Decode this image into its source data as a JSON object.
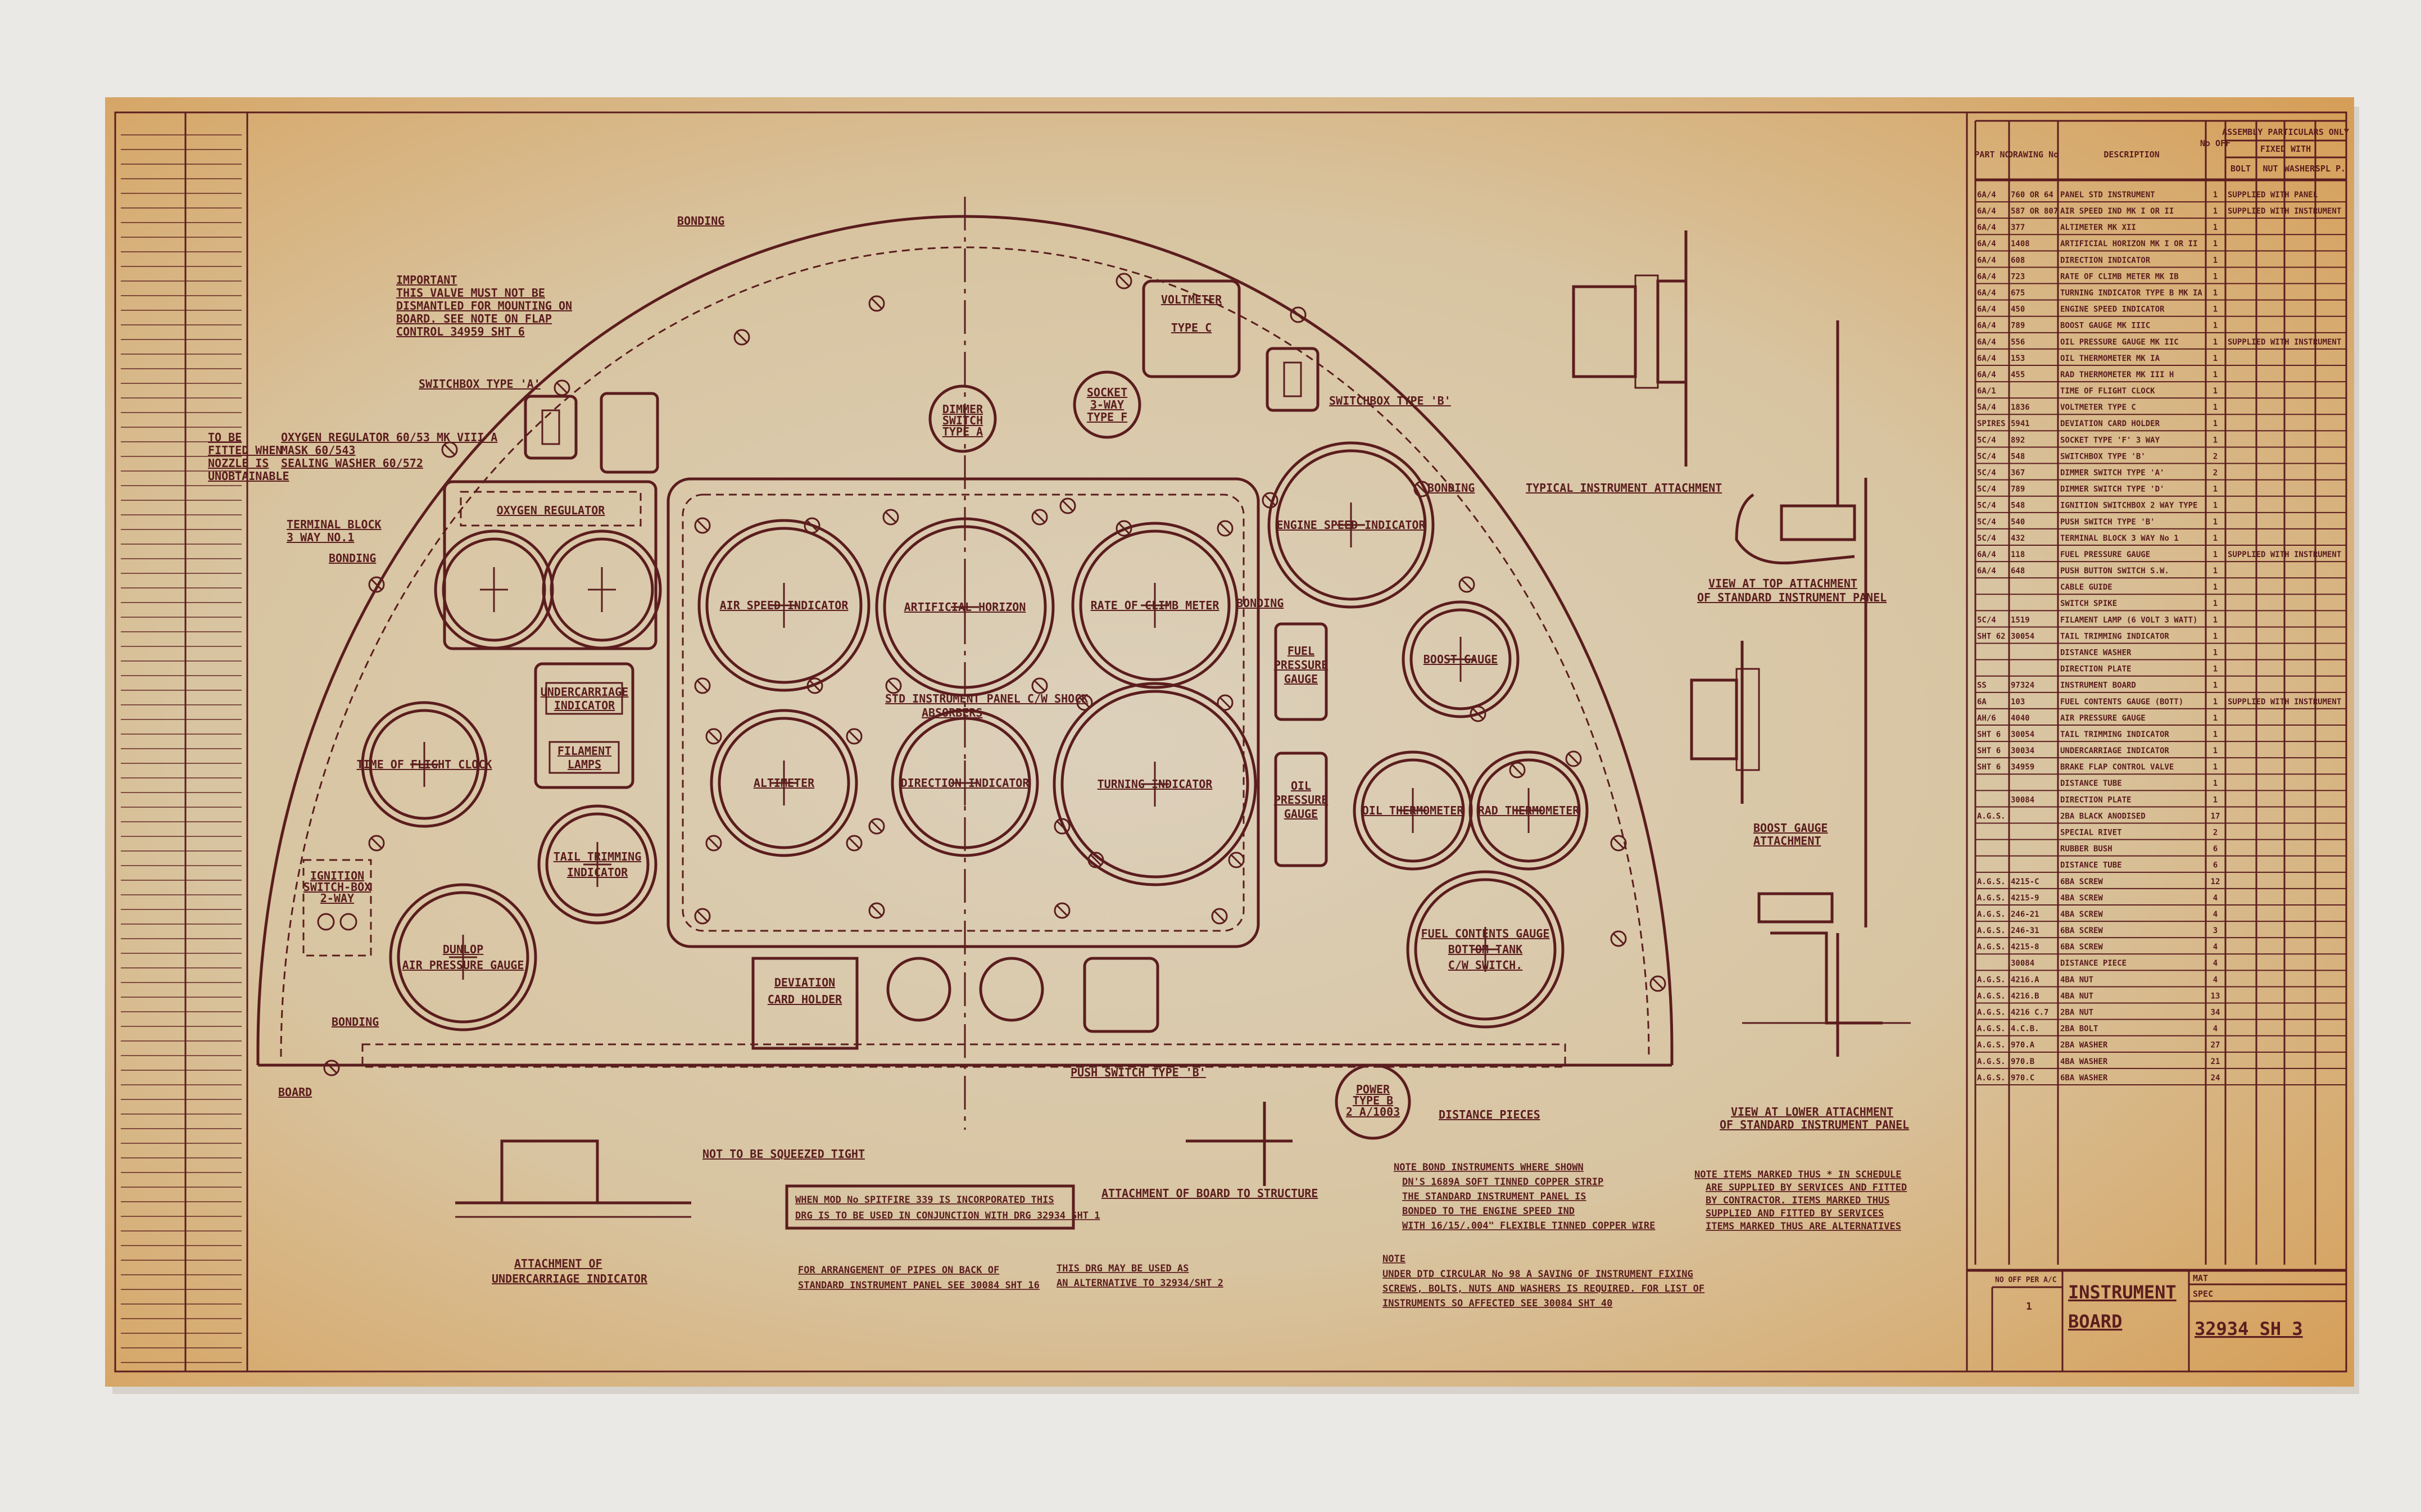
{
  "drawing": {
    "title_line1": "INSTRUMENT",
    "title_line2": "BOARD",
    "drawing_number": "32934 SH 3",
    "no_off_per_a_c": "NO OFF PER A/C",
    "mat_label": "MAT",
    "spec_label": "SPEC",
    "qty_value": "1",
    "ink_color": "#5b1d1e",
    "paper_color": "#d9c7a4"
  },
  "gauges": {
    "air_speed": "AIR SPEED INDICATOR",
    "artificial_horizon": "ARTIFICIAL HORIZON",
    "rate_of_climb": "RATE OF CLIMB METER",
    "altimeter": "ALTIMETER",
    "direction": "DIRECTION INDICATOR",
    "turning": "TURNING INDICATOR",
    "engine_speed": "ENGINE SPEED INDICATOR",
    "boost": "BOOST GAUGE",
    "oil_thermo": "OIL THERMOMETER",
    "rad_thermo": "RAD THERMOMETER",
    "fuel_contents_1": "FUEL CONTENTS GAUGE",
    "fuel_contents_2": "BOTTOM TANK",
    "fuel_contents_3": "C/W SWITCH.",
    "time_of_flight": "TIME OF FLIGHT CLOCK",
    "tail_trim_1": "TAIL TRIMMING",
    "tail_trim_2": "INDICATOR",
    "dunlop_1": "DUNLOP",
    "dunlop_2": "AIR PRESSURE GAUGE",
    "oxygen": "OXYGEN REGULATOR",
    "undercarriage_1": "UNDERCARRIAGE",
    "undercarriage_2": "INDICATOR",
    "filament_1": "FILAMENT",
    "filament_2": "LAMPS",
    "ignition_1": "IGNITION",
    "ignition_2": "SWITCH-BOX",
    "ignition_3": "2-WAY",
    "fuel_pressure_1": "FUEL",
    "fuel_pressure_2": "PRESSURE",
    "fuel_pressure_3": "GAUGE",
    "oil_pressure_1": "OIL",
    "oil_pressure_2": "PRESSURE",
    "oil_pressure_3": "GAUGE",
    "voltmeter_1": "VOLTMETER",
    "voltmeter_2": "TYPE C",
    "socket_1": "SOCKET",
    "socket_2": "3-WAY",
    "socket_3": "TYPE F",
    "dimmer_1": "DIMMER",
    "dimmer_2": "SWITCH",
    "dimmer_3": "TYPE A",
    "deviation_1": "DEVIATION",
    "deviation_2": "CARD HOLDER",
    "power_1": "POWER",
    "power_2": "TYPE B",
    "power_3": "2 A/1003"
  },
  "labels": {
    "important_1": "IMPORTANT",
    "important_2": "THIS VALVE MUST NOT BE",
    "important_3": "DISMANTLED FOR MOUNTING ON",
    "important_4": "BOARD. SEE NOTE ON FLAP",
    "important_5": "CONTROL 34959 SHT 6",
    "to_be_1": "TO BE",
    "to_be_2": "FITTED WHEN",
    "to_be_3": "NOZZLE IS",
    "to_be_4": "UNOBTAINABLE",
    "oxy_parts_1": "OXYGEN REGULATOR 60/53 MK VIII A",
    "oxy_parts_2": "MASK 60/543",
    "oxy_parts_3": "SEALING WASHER 60/572",
    "terminal_1": "TERMINAL BLOCK",
    "terminal_2": "3 WAY NO.1",
    "bonding": "BONDING",
    "switchbox_a": "SWITCHBOX TYPE 'A'",
    "switchbox_b": "SWITCHBOX TYPE 'B'",
    "std_panel_1": "STD INSTRUMENT PANEL C/W SHOCK",
    "std_panel_2": "ABSORBERS",
    "typical_attach": "TYPICAL INSTRUMENT ATTACHMENT",
    "view_top_1": "VIEW AT TOP ATTACHMENT",
    "view_top_2": "OF STANDARD INSTRUMENT PANEL",
    "boost_attach_1": "BOOST GAUGE",
    "boost_attach_2": "ATTACHMENT",
    "view_lower_1": "VIEW AT LOWER ATTACHMENT",
    "view_lower_2": "OF STANDARD INSTRUMENT PANEL",
    "push_switch": "PUSH SWITCH TYPE 'B'",
    "distance_pieces": "DISTANCE PIECES",
    "board": "BOARD",
    "not_squeezed": "NOT TO BE SQUEEZED TIGHT",
    "attach_uc_1": "ATTACHMENT OF",
    "attach_uc_2": "UNDERCARRIAGE INDICATOR",
    "attach_board": "ATTACHMENT OF BOARD TO STRUCTURE"
  },
  "notes": {
    "mod_1": "WHEN MOD No SPITFIRE 339 IS INCORPORATED THIS",
    "mod_2": "DRG IS TO BE USED IN CONJUNCTION WITH DRG 32934 SHT 1",
    "pipes_1": "FOR ARRANGEMENT OF PIPES ON BACK OF",
    "pipes_2": "STANDARD INSTRUMENT PANEL SEE 30084 SHT 16",
    "alt_1": "THIS DRG MAY BE USED AS",
    "alt_2": "AN ALTERNATIVE TO 32934/SHT 2",
    "bond_1": "NOTE  BOND INSTRUMENTS WHERE SHOWN",
    "bond_2": "DN'S 1689A SOFT TINNED COPPER STRIP",
    "bond_3": "THE STANDARD INSTRUMENT PANEL IS",
    "bond_4": "BONDED TO THE ENGINE SPEED IND",
    "bond_5": "WITH 16/15/.004\" FLEXIBLE TINNED COPPER WIRE",
    "order_0": "NOTE",
    "order_1": "UNDER DTD CIRCULAR No 98 A SAVING OF INSTRUMENT FIXING",
    "order_2": "SCREWS, BOLTS, NUTS AND WASHERS IS REQUIRED. FOR LIST OF",
    "order_3": "INSTRUMENTS SO AFFECTED SEE 30084 SHT 40",
    "items_1": "NOTE  ITEMS MARKED THUS * IN SCHEDULE",
    "items_2": "ARE SUPPLIED BY SERVICES AND FITTED",
    "items_3": "BY CONTRACTOR. ITEMS MARKED THUS",
    "items_4": "SUPPLIED AND FITTED BY SERVICES",
    "items_5": "ITEMS MARKED THUS ARE ALTERNATIVES"
  },
  "parts_list": {
    "headers": {
      "part_no": "PART NO",
      "drawing_no": "DRAWING No",
      "description": "DESCRIPTION",
      "no_off": "No OFF",
      "assembly": "ASSEMBLY PARTICULARS ONLY",
      "fixed_with": "FIXED WITH",
      "bolt": "BOLT",
      "nut": "NUT",
      "washer": "WASHER",
      "spl": "SPL P."
    },
    "rows": [
      {
        "part": "6A/4",
        "drg": "760 OR 64",
        "desc": "PANEL STD INSTRUMENT",
        "qty": "1",
        "fix": "SUPPLIED WITH PANEL"
      },
      {
        "part": "6A/4",
        "drg": "587 OR 807",
        "desc": "AIR SPEED IND MK I OR II",
        "qty": "1",
        "fix": "SUPPLIED WITH INSTRUMENT"
      },
      {
        "part": "6A/4",
        "drg": "377",
        "desc": "ALTIMETER MK XII",
        "qty": "1",
        "fix": ""
      },
      {
        "part": "6A/4",
        "drg": "1408",
        "desc": "ARTIFICIAL HORIZON MK I OR II",
        "qty": "1",
        "fix": ""
      },
      {
        "part": "6A/4",
        "drg": "608",
        "desc": "DIRECTION INDICATOR",
        "qty": "1",
        "fix": ""
      },
      {
        "part": "6A/4",
        "drg": "723",
        "desc": "RATE OF CLIMB METER MK IB",
        "qty": "1",
        "fix": ""
      },
      {
        "part": "6A/4",
        "drg": "675",
        "desc": "TURNING INDICATOR TYPE B MK IA",
        "qty": "1",
        "fix": ""
      },
      {
        "part": "6A/4",
        "drg": "450",
        "desc": "ENGINE SPEED INDICATOR",
        "qty": "1",
        "fix": ""
      },
      {
        "part": "6A/4",
        "drg": "789",
        "desc": "BOOST GAUGE MK IIIC",
        "qty": "1",
        "fix": ""
      },
      {
        "part": "6A/4",
        "drg": "556",
        "desc": "OIL PRESSURE GAUGE MK IIC",
        "qty": "1",
        "fix": "SUPPLIED WITH INSTRUMENT"
      },
      {
        "part": "6A/4",
        "drg": "153",
        "desc": "OIL THERMOMETER MK IA",
        "qty": "1",
        "fix": ""
      },
      {
        "part": "6A/4",
        "drg": "455",
        "desc": "RAD THERMOMETER MK III H",
        "qty": "1",
        "fix": ""
      },
      {
        "part": "6A/1",
        "drg": "",
        "desc": "TIME OF FLIGHT CLOCK",
        "qty": "1",
        "fix": ""
      },
      {
        "part": "5A/4",
        "drg": "1836",
        "desc": "VOLTMETER TYPE C",
        "qty": "1",
        "fix": ""
      },
      {
        "part": "SPIRES",
        "drg": "5941",
        "desc": "DEVIATION CARD HOLDER",
        "qty": "1",
        "fix": ""
      },
      {
        "part": "5C/4",
        "drg": "892",
        "desc": "SOCKET TYPE 'F' 3 WAY",
        "qty": "1",
        "fix": ""
      },
      {
        "part": "5C/4",
        "drg": "548",
        "desc": "SWITCHBOX TYPE 'B'",
        "qty": "2",
        "fix": ""
      },
      {
        "part": "5C/4",
        "drg": "367",
        "desc": "DIMMER SWITCH TYPE 'A'",
        "qty": "2",
        "fix": ""
      },
      {
        "part": "5C/4",
        "drg": "789",
        "desc": "DIMMER SWITCH TYPE 'D'",
        "qty": "1",
        "fix": ""
      },
      {
        "part": "5C/4",
        "drg": "548",
        "desc": "IGNITION SWITCHBOX 2 WAY TYPE",
        "qty": "1",
        "fix": ""
      },
      {
        "part": "5C/4",
        "drg": "540",
        "desc": "PUSH SWITCH TYPE 'B'",
        "qty": "1",
        "fix": ""
      },
      {
        "part": "5C/4",
        "drg": "432",
        "desc": "TERMINAL BLOCK 3 WAY No 1",
        "qty": "1",
        "fix": ""
      },
      {
        "part": "6A/4",
        "drg": "118",
        "desc": "FUEL PRESSURE GAUGE",
        "qty": "1",
        "fix": "SUPPLIED WITH INSTRUMENT"
      },
      {
        "part": "6A/4",
        "drg": "648",
        "desc": "PUSH BUTTON SWITCH S.W.",
        "qty": "1",
        "fix": ""
      },
      {
        "part": "",
        "drg": "",
        "desc": "CABLE GUIDE",
        "qty": "1",
        "fix": ""
      },
      {
        "part": "",
        "drg": "",
        "desc": "SWITCH SPIKE",
        "qty": "1",
        "fix": ""
      },
      {
        "part": "5C/4",
        "drg": "1519",
        "desc": "FILAMENT LAMP (6 VOLT 3 WATT)",
        "qty": "1",
        "fix": ""
      },
      {
        "part": "SHT 62",
        "drg": "30054",
        "desc": "TAIL TRIMMING INDICATOR",
        "qty": "1",
        "fix": ""
      },
      {
        "part": "",
        "drg": "",
        "desc": "DISTANCE WASHER",
        "qty": "1",
        "fix": ""
      },
      {
        "part": "",
        "drg": "",
        "desc": "DIRECTION PLATE",
        "qty": "1",
        "fix": ""
      },
      {
        "part": "SS",
        "drg": "97324",
        "desc": "INSTRUMENT BOARD",
        "qty": "1",
        "fix": ""
      },
      {
        "part": "6A",
        "drg": "103",
        "desc": "FUEL CONTENTS GAUGE (BOTT)",
        "qty": "1",
        "fix": "SUPPLIED WITH INSTRUMENT"
      },
      {
        "part": "AH/6",
        "drg": "4040",
        "desc": "AIR PRESSURE GAUGE",
        "qty": "1",
        "fix": ""
      },
      {
        "part": "SHT 6",
        "drg": "30054",
        "desc": "TAIL TRIMMING INDICATOR",
        "qty": "1",
        "fix": ""
      },
      {
        "part": "SHT 6",
        "drg": "30034",
        "desc": "UNDERCARRIAGE INDICATOR",
        "qty": "1",
        "fix": ""
      },
      {
        "part": "SHT 6",
        "drg": "34959",
        "desc": "BRAKE FLAP CONTROL VALVE",
        "qty": "1",
        "fix": ""
      },
      {
        "part": "",
        "drg": "",
        "desc": "DISTANCE TUBE",
        "qty": "1",
        "fix": ""
      },
      {
        "part": "",
        "drg": "30084",
        "desc": "DIRECTION PLATE",
        "qty": "1",
        "fix": ""
      },
      {
        "part": "A.G.S.",
        "drg": "",
        "desc": "2BA BLACK ANODISED",
        "qty": "17",
        "fix": ""
      },
      {
        "part": "",
        "drg": "",
        "desc": "SPECIAL RIVET",
        "qty": "2",
        "fix": ""
      },
      {
        "part": "",
        "drg": "",
        "desc": "RUBBER BUSH",
        "qty": "6",
        "fix": ""
      },
      {
        "part": "",
        "drg": "",
        "desc": "DISTANCE TUBE",
        "qty": "6",
        "fix": ""
      },
      {
        "part": "A.G.S.",
        "drg": "4215-C",
        "desc": "6BA SCREW",
        "qty": "12",
        "fix": ""
      },
      {
        "part": "A.G.S.",
        "drg": "4215-9",
        "desc": "4BA SCREW",
        "qty": "4",
        "fix": ""
      },
      {
        "part": "A.G.S.",
        "drg": "246-21",
        "desc": "4BA SCREW",
        "qty": "4",
        "fix": ""
      },
      {
        "part": "A.G.S.",
        "drg": "246-31",
        "desc": "6BA SCREW",
        "qty": "3",
        "fix": ""
      },
      {
        "part": "A.G.S.",
        "drg": "4215-8",
        "desc": "6BA SCREW",
        "qty": "4",
        "fix": ""
      },
      {
        "part": "",
        "drg": "30084",
        "desc": "DISTANCE PIECE",
        "qty": "4",
        "fix": ""
      },
      {
        "part": "A.G.S.",
        "drg": "4216.A",
        "desc": "4BA NUT",
        "qty": "4",
        "fix": ""
      },
      {
        "part": "A.G.S.",
        "drg": "4216.B",
        "desc": "4BA NUT",
        "qty": "13",
        "fix": ""
      },
      {
        "part": "A.G.S.",
        "drg": "4216 C.7",
        "desc": "2BA NUT",
        "qty": "34",
        "fix": ""
      },
      {
        "part": "A.G.S.",
        "drg": "4.C.B.",
        "desc": "2BA BOLT",
        "qty": "4",
        "fix": ""
      },
      {
        "part": "A.G.S.",
        "drg": "970.A",
        "desc": "2BA WASHER",
        "qty": "27",
        "fix": ""
      },
      {
        "part": "A.G.S.",
        "drg": "970.B",
        "desc": "4BA WASHER",
        "qty": "21",
        "fix": ""
      },
      {
        "part": "A.G.S.",
        "drg": "970.C",
        "desc": "6BA WASHER",
        "qty": "24",
        "fix": ""
      }
    ]
  }
}
